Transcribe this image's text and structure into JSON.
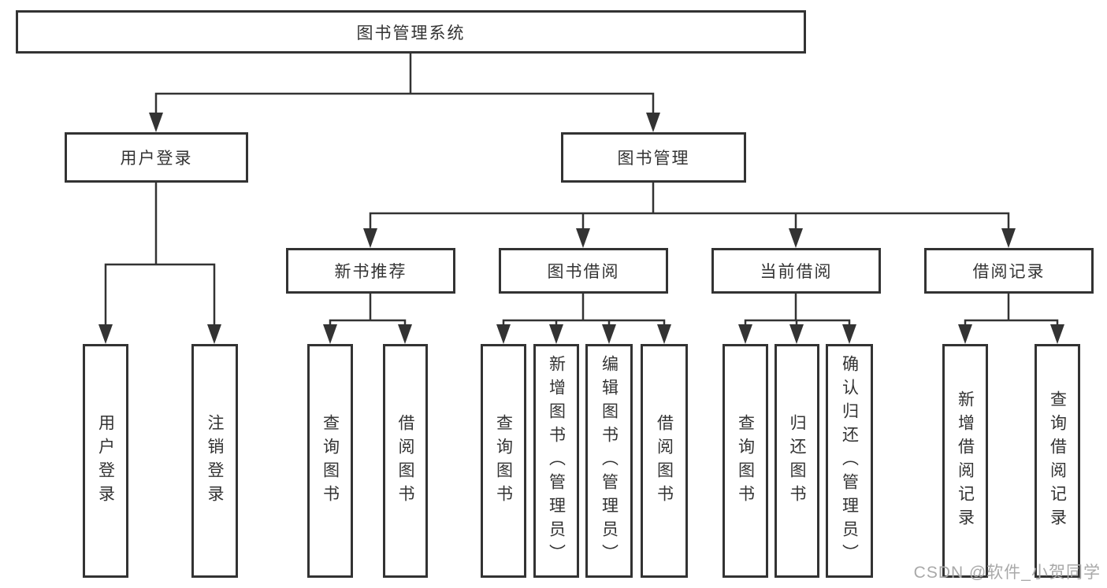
{
  "nodes": {
    "root": "图书管理系统",
    "user_login": "用户登录",
    "book_mgmt": "图书管理",
    "new_book_rec": "新书推荐",
    "book_borrow": "图书借阅",
    "current_borrow": "当前借阅",
    "borrow_record": "借阅记录",
    "user_leaves": [
      "用户登录",
      "注销登录"
    ],
    "new_book_leaves": [
      "查询图书",
      "借阅图书"
    ],
    "borrow_leaves": [
      "查询图书",
      "新增图书（管理员）",
      "编辑图书（管理员）",
      "借阅图书"
    ],
    "current_leaves": [
      "查询图书",
      "归还图书",
      "确认归还（管理员）"
    ],
    "record_leaves": [
      "新增借阅记录",
      "查询借阅记录"
    ]
  },
  "watermark": {
    "text": "CSDN @软件_小贺同学"
  },
  "colors": {
    "line": "#333333",
    "text": "#333333",
    "watermark": "#a9a9a9",
    "background": "#ffffff"
  }
}
